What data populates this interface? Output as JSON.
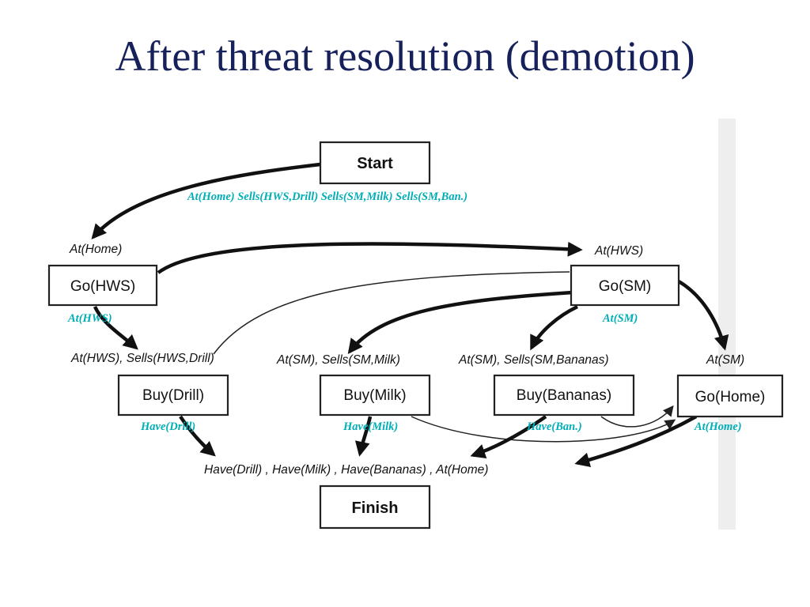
{
  "title": "After threat resolution (demotion)",
  "nodes": {
    "start": "Start",
    "go_hws": "Go(HWS)",
    "go_sm": "Go(SM)",
    "buy_drill": "Buy(Drill)",
    "buy_milk": "Buy(Milk)",
    "buy_bananas": "Buy(Bananas)",
    "go_home": "Go(Home)",
    "finish": "Finish"
  },
  "preconditions": {
    "go_hws": "At(Home)",
    "go_sm": "At(HWS)",
    "buy_drill": "At(HWS), Sells(HWS,Drill)",
    "buy_milk": "At(SM), Sells(SM,Milk)",
    "buy_bananas": "At(SM), Sells(SM,Bananas)",
    "go_home": "At(SM)",
    "finish": "Have(Drill) , Have(Milk) , Have(Bananas) , At(Home)"
  },
  "effects": {
    "start": "At(Home)  Sells(HWS,Drill) Sells(SM,Milk)  Sells(SM,Ban.)",
    "go_hws": "At(HWS)",
    "go_sm": "At(SM)",
    "buy_drill": "Have(Drill)",
    "buy_milk": "Have(Milk)",
    "buy_bananas": "Have(Ban.)",
    "go_home": "At(Home)"
  },
  "colors": {
    "title": "#16205a",
    "effect_labels": "#00aeb6",
    "ink": "#111111"
  }
}
